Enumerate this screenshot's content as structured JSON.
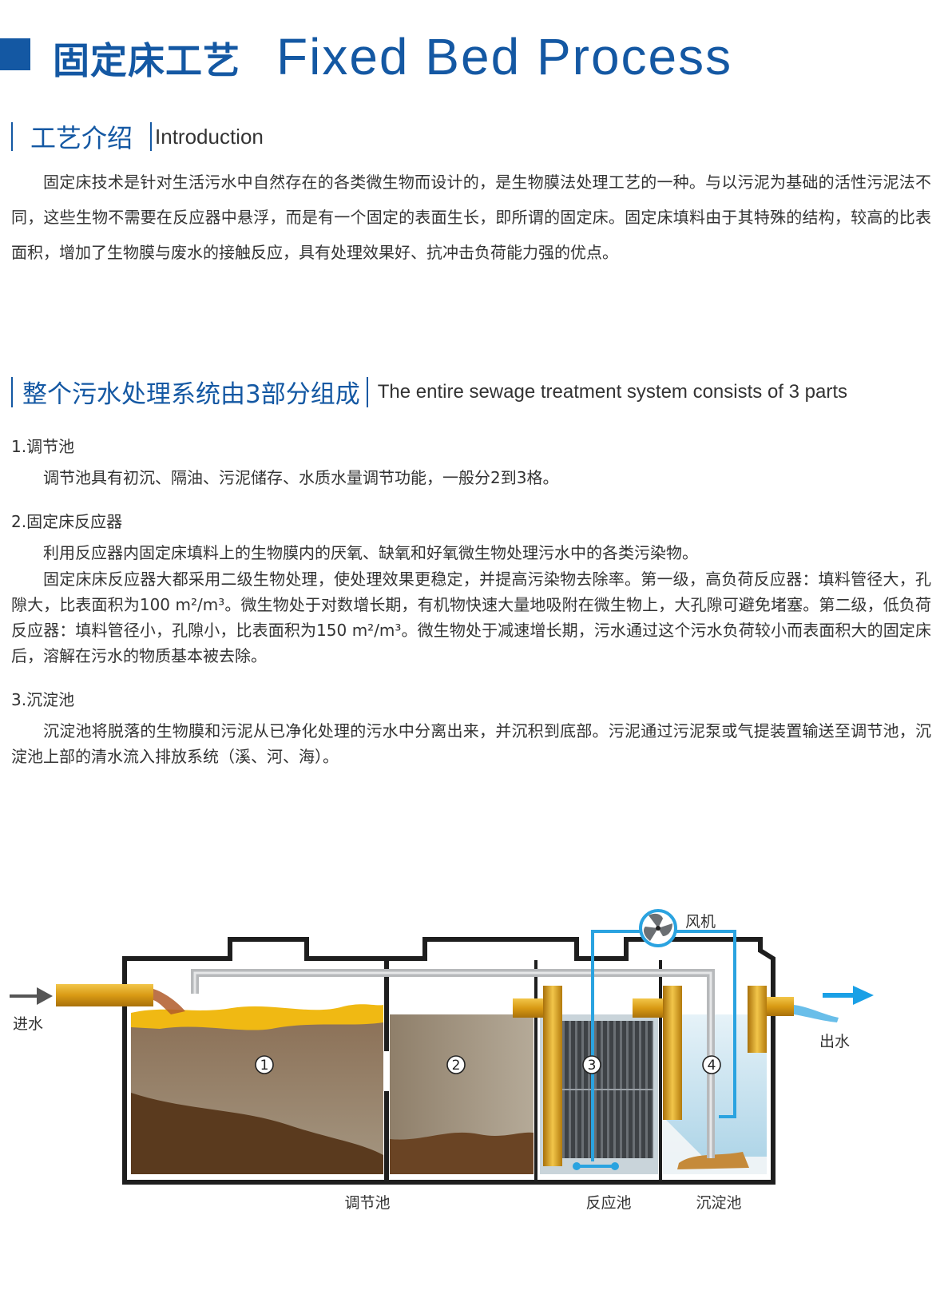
{
  "header": {
    "title_cn": "固定床工艺",
    "title_en": "Fixed Bed Process"
  },
  "intro": {
    "title_cn": "工艺介绍",
    "title_en": "Introduction",
    "text": "固定床技术是针对生活污水中自然存在的各类微生物而设计的，是生物膜法处理工艺的一种。与以污泥为基础的活性污泥法不同，这些生物不需要在反应器中悬浮，而是有一个固定的表面生长，即所谓的固定床。固定床填料由于其特殊的结构，较高的比表面积，增加了生物膜与废水的接触反应，具有处理效果好、抗冲击负荷能力强的优点。"
  },
  "system": {
    "title_cn": "整个污水处理系统由3部分组成",
    "title_en": "The entire sewage treatment system consists of 3 parts",
    "parts": [
      {
        "heading": "1.调节池",
        "paragraphs": [
          "调节池具有初沉、隔油、污泥储存、水质水量调节功能，一般分2到3格。"
        ]
      },
      {
        "heading": "2.固定床反应器",
        "paragraphs": [
          "利用反应器内固定床填料上的生物膜内的厌氧、缺氧和好氧微生物处理污水中的各类污染物。",
          "固定床床反应器大都采用二级生物处理，使处理效果更稳定，并提高污染物去除率。第一级，高负荷反应器：填料管径大，孔隙大，比表面积为100 m²/m³。微生物处于对数增长期，有机物快速大量地吸附在微生物上，大孔隙可避免堵塞。第二级，低负荷反应器：填料管径小，孔隙小，比表面积为150 m²/m³。微生物处于减速增长期，污水通过这个污水负荷较小而表面积大的固定床后，溶解在污水的物质基本被去除。"
        ]
      },
      {
        "heading": "3.沉淀池",
        "paragraphs": [
          "沉淀池将脱落的生物膜和污泥从已净化处理的污水中分离出来，并沉积到底部。污泥通过污泥泵或气提装置输送至调节池，沉淀池上部的清水流入排放系统（溪、河、海）。"
        ]
      }
    ]
  },
  "diagram": {
    "inlet": "进水",
    "outlet": "出水",
    "fan": "风机",
    "markers": [
      "1",
      "2",
      "3",
      "4"
    ],
    "tank_labels": [
      "调节池",
      "反应池",
      "沉淀池"
    ],
    "colors": {
      "pipe": "#d9a01c",
      "sludge": "#5a3a1e",
      "water": "#8a7a66",
      "clear": "#c9e3ef",
      "air": "#2aa3e0",
      "arrow": "#1aa0e6"
    }
  }
}
